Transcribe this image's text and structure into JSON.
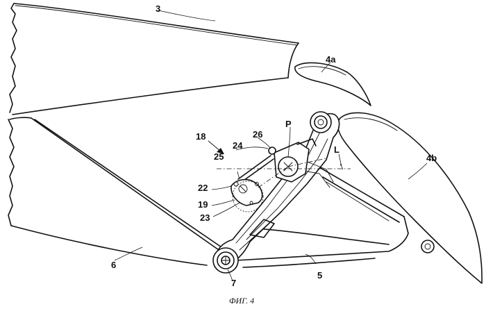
{
  "figure": {
    "caption": "ФИГ. 4",
    "labels": {
      "l3": "3",
      "l4a": "4a",
      "l4b": "4b",
      "l5": "5",
      "l6": "6",
      "l7": "7",
      "l18": "18",
      "l19": "19",
      "l22": "22",
      "l23": "23",
      "l24": "24",
      "l25": "25",
      "l26": "26",
      "lP": "P",
      "lL": "L"
    }
  }
}
